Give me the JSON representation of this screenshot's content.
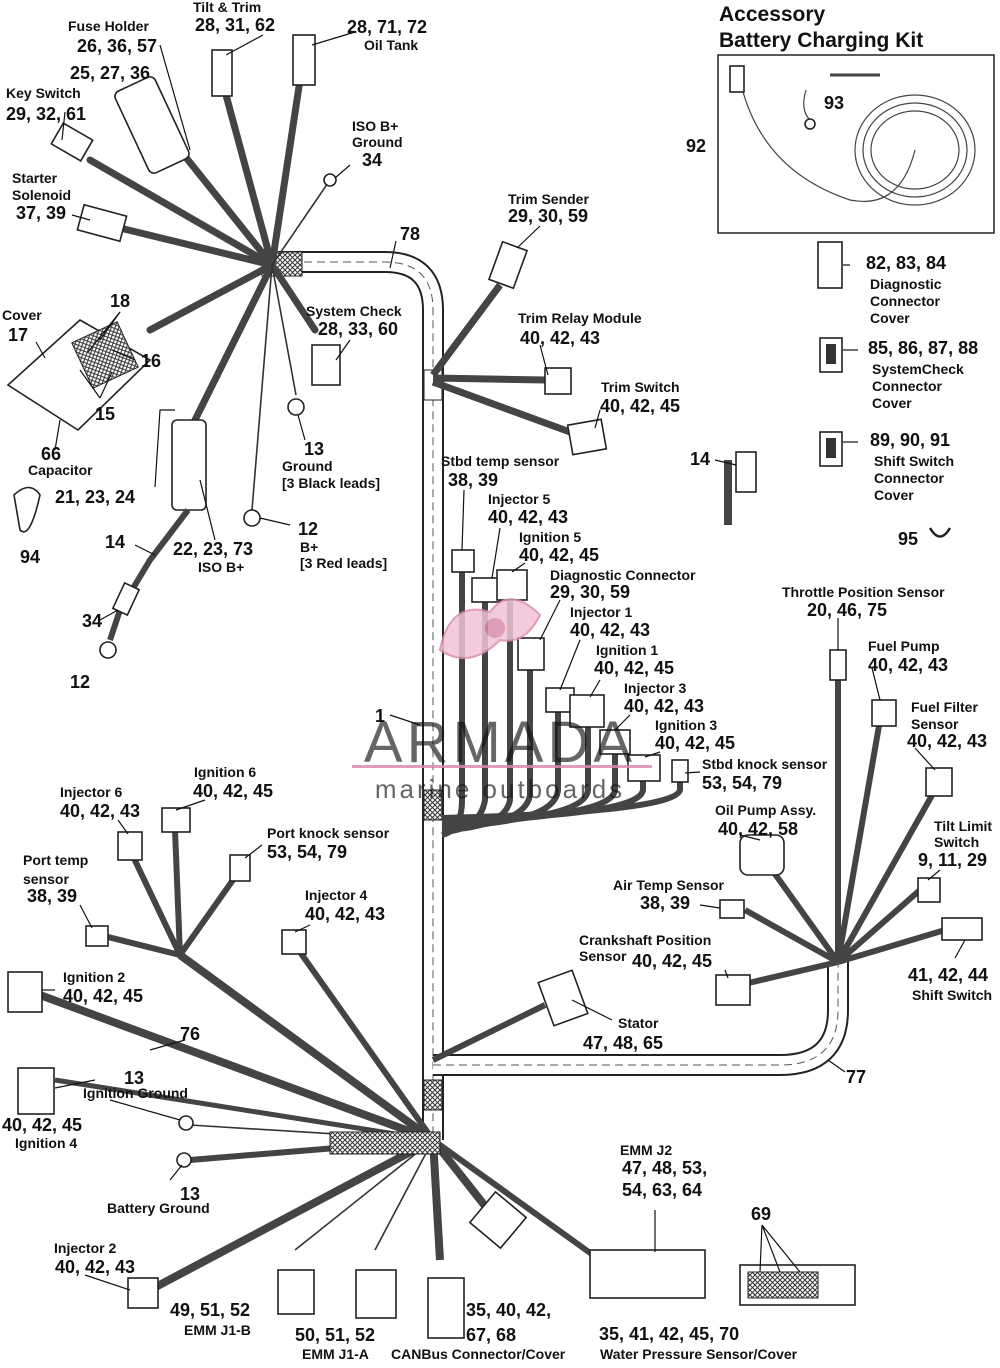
{
  "kit": {
    "title_line1": "Accessory",
    "title_line2": "Battery Charging Kit",
    "item_92": "92",
    "item_93": "93"
  },
  "labels": [
    {
      "id": "fuse-holder",
      "name": "Fuse Holder",
      "nums": "26, 36, 57"
    },
    {
      "id": "fuse-holder-b",
      "name": "",
      "nums": "25, 27, 36"
    },
    {
      "id": "tilt-trim",
      "name": "Tilt & Trim",
      "nums": "28, 31, 62"
    },
    {
      "id": "oil-tank",
      "name": "Oil Tank",
      "nums": "28, 71, 72"
    },
    {
      "id": "key-switch",
      "name": "Key Switch",
      "nums": "29, 32, 61"
    },
    {
      "id": "iso-b-ground",
      "name": "ISO B+ Ground",
      "nums": "34"
    },
    {
      "id": "starter-solenoid",
      "name": "Starter Solenoid",
      "nums": "37, 39"
    },
    {
      "id": "harness-78",
      "name": "",
      "nums": "78"
    },
    {
      "id": "trim-sender",
      "name": "Trim Sender",
      "nums": "29, 30, 59"
    },
    {
      "id": "cover",
      "name": "Cover",
      "nums": "17"
    },
    {
      "id": "item-18",
      "name": "",
      "nums": "18"
    },
    {
      "id": "item-16",
      "name": "",
      "nums": "16"
    },
    {
      "id": "item-15",
      "name": "",
      "nums": "15"
    },
    {
      "id": "system-check",
      "name": "System Check",
      "nums": "28, 33, 60"
    },
    {
      "id": "trim-relay",
      "name": "Trim Relay Module",
      "nums": "40, 42, 43"
    },
    {
      "id": "trim-switch",
      "name": "Trim Switch",
      "nums": "40, 42, 45"
    },
    {
      "id": "capacitor",
      "name": "Capacitor",
      "nums": "66"
    },
    {
      "id": "ground-black",
      "name": "Ground [3 Black leads]",
      "nums": "13"
    },
    {
      "id": "item-21",
      "name": "",
      "nums": "21, 23, 24"
    },
    {
      "id": "item-14a",
      "name": "",
      "nums": "14"
    },
    {
      "id": "item-22",
      "name": "ISO B+",
      "nums": "22, 23, 73"
    },
    {
      "id": "b-plus-red",
      "name": "B+ [3 Red leads]",
      "nums": "12"
    },
    {
      "id": "item-94",
      "name": "",
      "nums": "94"
    },
    {
      "id": "item-34",
      "name": "",
      "nums": "34"
    },
    {
      "id": "item-12",
      "name": "",
      "nums": "12"
    },
    {
      "id": "stbd-temp",
      "name": "Stbd temp sensor",
      "nums": "38, 39"
    },
    {
      "id": "injector-5",
      "name": "Injector 5",
      "nums": "40, 42, 43"
    },
    {
      "id": "ignition-5",
      "name": "Ignition 5",
      "nums": "40, 42, 45"
    },
    {
      "id": "diagnostic-connector",
      "name": "Diagnostic Connector",
      "nums": "29, 30, 59"
    },
    {
      "id": "injector-1",
      "name": "Injector 1",
      "nums": "40, 42, 43"
    },
    {
      "id": "ignition-1",
      "name": "Ignition 1",
      "nums": "40, 42, 45"
    },
    {
      "id": "injector-3",
      "name": "Injector 3",
      "nums": "40, 42, 43"
    },
    {
      "id": "ignition-3",
      "name": "Ignition 3",
      "nums": "40, 42, 45"
    },
    {
      "id": "stbd-knock",
      "name": "Stbd knock sensor",
      "nums": "53, 54, 79"
    },
    {
      "id": "item-1",
      "name": "",
      "nums": "1"
    },
    {
      "id": "item-14b",
      "name": "",
      "nums": "14"
    },
    {
      "id": "diag-cover",
      "name": "Diagnostic Connector Cover",
      "nums": "82, 83, 84"
    },
    {
      "id": "syscheck-cover",
      "name": "SystemCheck Connector Cover",
      "nums": "85, 86, 87, 88"
    },
    {
      "id": "shiftsw-cover",
      "name": "Shift Switch Connector Cover",
      "nums": "89, 90, 91"
    },
    {
      "id": "item-95",
      "name": "",
      "nums": "95"
    },
    {
      "id": "tps",
      "name": "Throttle Position Sensor",
      "nums": "20, 46, 75"
    },
    {
      "id": "fuel-pump",
      "name": "Fuel Pump",
      "nums": "40, 42, 43"
    },
    {
      "id": "fuel-filter",
      "name": "Fuel Filter Sensor",
      "nums": "40, 42, 43"
    },
    {
      "id": "tilt-limit",
      "name": "Tilt Limit Switch",
      "nums": "9, 11, 29"
    },
    {
      "id": "oil-pump",
      "name": "Oil Pump Assy.",
      "nums": "40, 42, 58"
    },
    {
      "id": "air-temp",
      "name": "Air Temp Sensor",
      "nums": "38, 39"
    },
    {
      "id": "shift-switch",
      "name": "Shift Switch",
      "nums": "41, 42, 44"
    },
    {
      "id": "crankshaft",
      "name": "Crankshaft Position Sensor",
      "nums": "40, 42, 45"
    },
    {
      "id": "stator",
      "name": "Stator",
      "nums": "47, 48, 65"
    },
    {
      "id": "harness-77",
      "name": "",
      "nums": "77"
    },
    {
      "id": "injector-6",
      "name": "Injector 6",
      "nums": "40, 42, 43"
    },
    {
      "id": "ignition-6",
      "name": "Ignition 6",
      "nums": "40, 42, 45"
    },
    {
      "id": "port-knock",
      "name": "Port knock sensor",
      "nums": "53, 54, 79"
    },
    {
      "id": "port-temp",
      "name": "Port temp sensor",
      "nums": "38, 39"
    },
    {
      "id": "injector-4",
      "name": "Injector 4",
      "nums": "40, 42, 43"
    },
    {
      "id": "ignition-2",
      "name": "Ignition 2",
      "nums": "40, 42, 45"
    },
    {
      "id": "harness-76",
      "name": "",
      "nums": "76"
    },
    {
      "id": "ignition-ground",
      "name": "Ignition Ground",
      "nums": "13"
    },
    {
      "id": "ignition-4",
      "name": "Ignition 4",
      "nums": "40, 42, 45"
    },
    {
      "id": "battery-ground",
      "name": "Battery Ground",
      "nums": "13"
    },
    {
      "id": "emm-j2",
      "name": "EMM J2",
      "nums": "47, 48, 53, 54, 63, 64"
    },
    {
      "id": "item-69",
      "name": "",
      "nums": "69"
    },
    {
      "id": "injector-2",
      "name": "Injector 2",
      "nums": "40, 42, 43"
    },
    {
      "id": "emm-j1b",
      "name": "EMM J1-B",
      "nums": "49, 51, 52"
    },
    {
      "id": "emm-j1a",
      "name": "EMM J1-A",
      "nums": "50, 51, 52"
    },
    {
      "id": "canbus",
      "name": "CANBus Connector/Cover",
      "nums": "35, 40, 42, 67, 68"
    },
    {
      "id": "water-pressure",
      "name": "Water Pressure Sensor/Cover",
      "nums": "35, 41, 42, 45, 70"
    }
  ],
  "watermark": {
    "brand": "ARMADA",
    "tagline": "marine outboards",
    "color": "#d98cae"
  },
  "colors": {
    "ink": "#111111",
    "loom": "#333333",
    "paper": "#ffffff"
  }
}
